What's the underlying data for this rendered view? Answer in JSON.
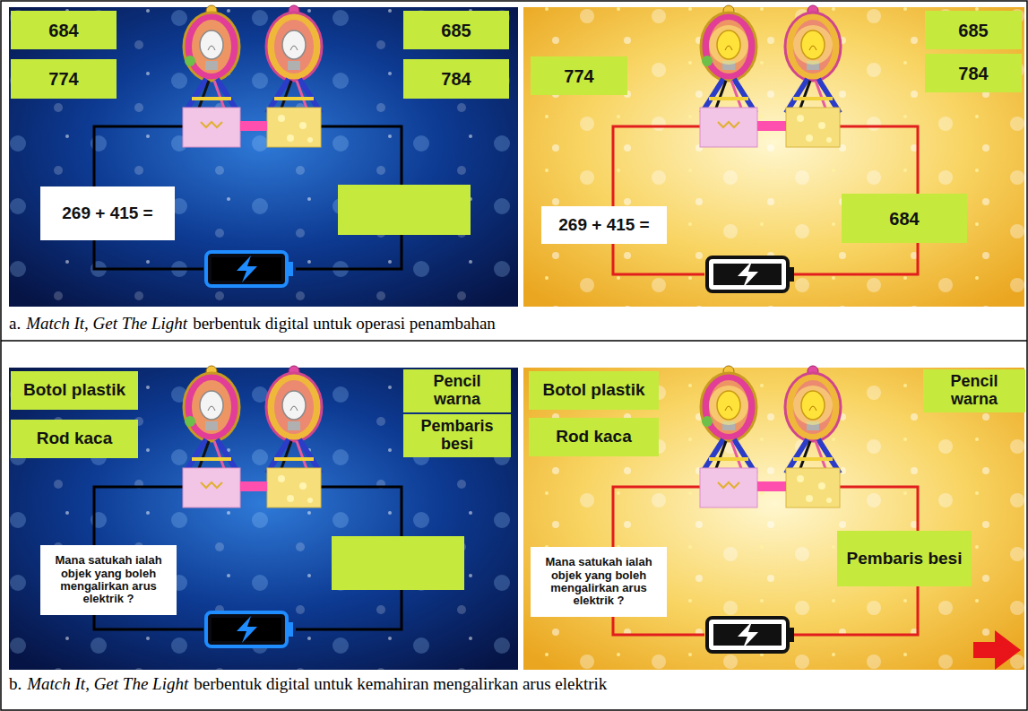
{
  "diagram": {
    "nodes": [
      {
        "text": [
          "684"
        ]
      },
      {
        "text": [
          "685"
        ]
      },
      {
        "text": [
          "774"
        ]
      },
      {
        "text": [
          "784"
        ]
      },
      {
        "text": [
          "269 + 415 ="
        ]
      },
      {
        "text": [
          "685"
        ]
      },
      {
        "text": [
          "774"
        ]
      },
      {
        "text": [
          "784"
        ]
      },
      {
        "text": [
          "269 + 415 ="
        ]
      },
      {
        "text": [
          "684"
        ]
      },
      {
        "text": [
          "Botol plastik"
        ]
      },
      {
        "text": [
          "Pencil warna"
        ]
      },
      {
        "text": [
          "Rod kaca"
        ]
      },
      {
        "text": [
          "Pembaris besi"
        ]
      },
      {
        "text": [
          "Mana satukah ialah objek yang boleh mengalirkan arus elektrik ?"
        ]
      },
      {
        "text": [
          "Botol plastik"
        ]
      },
      {
        "text": [
          "Pencil warna"
        ]
      },
      {
        "text": [
          "Rod kaca"
        ]
      },
      {
        "text": [
          "Mana satukah ialah objek yang boleh mengalirkan arus elektrik ?"
        ]
      },
      {
        "text": [
          "Pembaris besi"
        ]
      }
    ],
    "labels": [
      "a.",
      "Match It, Get The Light",
      "berbentuk digital untuk operasi penambahan",
      "b.",
      "Match It, Get The Light",
      "berbentuk digital untuk kemahiran mengalirkan arus elektrik"
    ]
  }
}
